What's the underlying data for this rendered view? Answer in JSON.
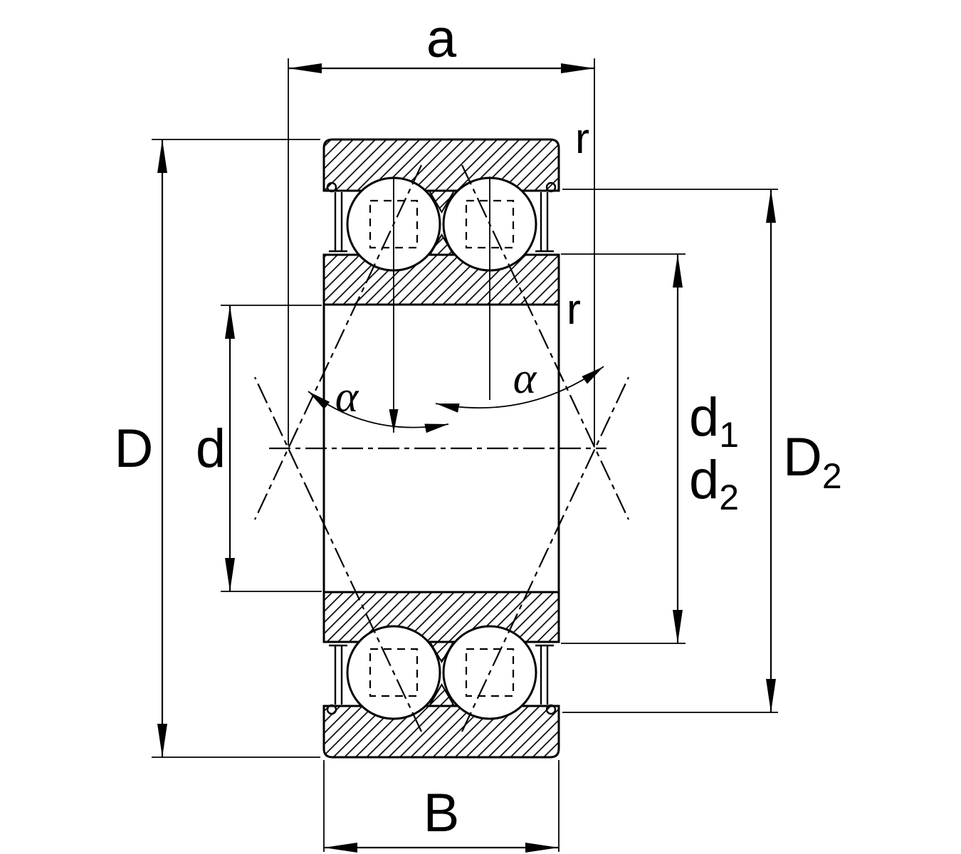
{
  "colors": {
    "line": "#000000",
    "background": "#ffffff"
  },
  "labels": {
    "a": "a",
    "r_outer": "r",
    "r_inner": "r",
    "D": "D",
    "d": "d",
    "d1_base": "d",
    "d1_sub": "1",
    "d2_base": "d",
    "d2_sub": "2",
    "D2_base": "D",
    "D2_sub": "2",
    "B": "B",
    "alpha_left": "α",
    "alpha_right": "α"
  }
}
